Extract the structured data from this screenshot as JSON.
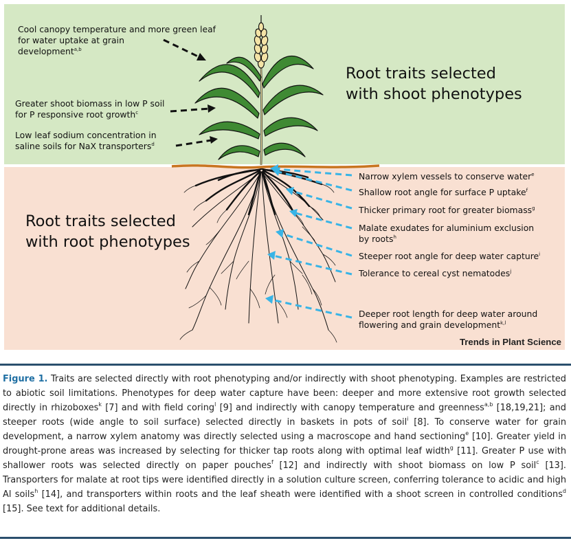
{
  "colors": {
    "shoot_panel": "#d5e8c4",
    "root_panel": "#f9e0d2",
    "soil_line": "#c8741f",
    "arrow_blue": "#38b4e6",
    "arrow_black": "#111111",
    "caption_title": "#1f6fa3",
    "caption_rule": "#2a4f6d"
  },
  "panels": {
    "shoot_heading_1": "Root traits selected",
    "shoot_heading_2": "with shoot phenotypes",
    "root_heading_1": "Root traits selected",
    "root_heading_2": "with root phenotypes"
  },
  "shoot_labels": [
    {
      "lines": [
        "Cool canopy temperature and more green leaf",
        "for water uptake at grain",
        "development"
      ],
      "sup": "a,b"
    },
    {
      "lines": [
        "Greater shoot biomass in low P soil",
        "for P responsive root growth"
      ],
      "sup": "c"
    },
    {
      "lines": [
        "Low leaf sodium concentration in",
        "saline soils for NaX transporters"
      ],
      "sup": "d"
    }
  ],
  "root_labels": [
    {
      "lines": [
        "Narrow xylem vessels to conserve water"
      ],
      "sup": "e"
    },
    {
      "lines": [
        "Shallow root angle for surface P uptake"
      ],
      "sup": "f"
    },
    {
      "lines": [
        "Thicker primary root for greater biomass"
      ],
      "sup": "g"
    },
    {
      "lines": [
        "Malate exudates for aluminium exclusion",
        "by roots"
      ],
      "sup": "h"
    },
    {
      "lines": [
        "Steeper root angle for deep water capture"
      ],
      "sup": "i"
    },
    {
      "lines": [
        "Tolerance to cereal cyst nematodes"
      ],
      "sup": "j"
    },
    {
      "lines": [
        "Deeper root length for deep water around",
        "flowering and grain development"
      ],
      "sup": "k,l"
    }
  ],
  "journal": "Trends in Plant Science",
  "caption": {
    "title": "Figure 1.",
    "segments": [
      {
        "t": " Traits are selected directly with root phenotyping and/or indirectly with shoot phenotyping. Examples are restricted to abiotic soil limitations. Phenotypes for deep water capture have been: deeper and more extensive root growth selected directly in rhizoboxes"
      },
      {
        "s": "k"
      },
      {
        "t": " [7] and with field coring"
      },
      {
        "s": "l"
      },
      {
        "t": " [9] and indirectly with canopy temperature and greenness"
      },
      {
        "s": "a,b"
      },
      {
        "t": " [18,19,21]; and steeper roots (wide angle to soil surface) selected directly in baskets in pots of soil"
      },
      {
        "s": "i"
      },
      {
        "t": " [8]. To conserve water for grain development, a narrow xylem anatomy was directly selected using a macroscope and hand sectioning"
      },
      {
        "s": "e"
      },
      {
        "t": " [10]. Greater yield in drought-prone areas was increased by selecting for thicker tap roots along with optimal leaf width"
      },
      {
        "s": "g"
      },
      {
        "t": " [11]. Greater P use with shallower roots was selected directly on paper pouches"
      },
      {
        "s": "f"
      },
      {
        "t": " [12] and indirectly with shoot biomass on low P soil"
      },
      {
        "s": "c"
      },
      {
        "t": " [13]. Transporters for malate at root tips were identified directly in a solution culture screen, conferring tolerance to acidic and high Al soils"
      },
      {
        "s": "h"
      },
      {
        "t": " [14], and transporters within roots and the leaf sheath were identified with a shoot screen in controlled conditions"
      },
      {
        "s": "d"
      },
      {
        "t": " [15]. See text for additional details."
      }
    ]
  }
}
